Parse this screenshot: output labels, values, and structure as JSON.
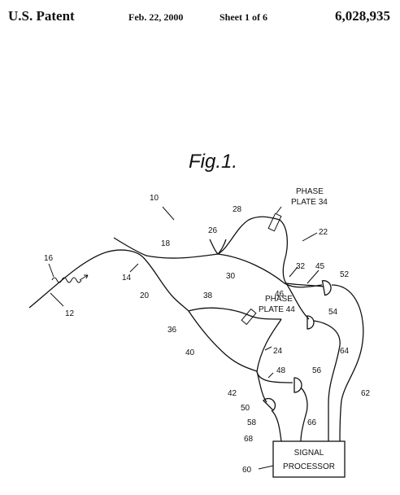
{
  "header": {
    "left": "U.S. Patent",
    "date": "Feb. 22, 2000",
    "sheet": "Sheet 1 of 6",
    "patent_number": "6,028,935"
  },
  "figure": {
    "title": "Fig.1.",
    "labels": {
      "l10": "10",
      "l12": "12",
      "l14": "14",
      "l16": "16",
      "l18": "18",
      "l20": "20",
      "l22": "22",
      "l24": "24",
      "l26": "26",
      "l28": "28",
      "l30": "30",
      "l32": "32",
      "l36": "36",
      "l38": "38",
      "l40": "40",
      "l42": "42",
      "l45": "45",
      "l46": "46",
      "l48": "48",
      "l50": "50",
      "l52": "52",
      "l54": "54",
      "l56": "56",
      "l58": "58",
      "l60": "60",
      "l62": "62",
      "l64": "64",
      "l66": "66",
      "l68": "68"
    },
    "phase_plate_34": [
      "PHASE",
      "PLATE 34"
    ],
    "phase_plate_44": [
      "PHASE",
      "PLATE 44"
    ],
    "signal_processor": [
      "SIGNAL",
      "PROCESSOR"
    ]
  }
}
